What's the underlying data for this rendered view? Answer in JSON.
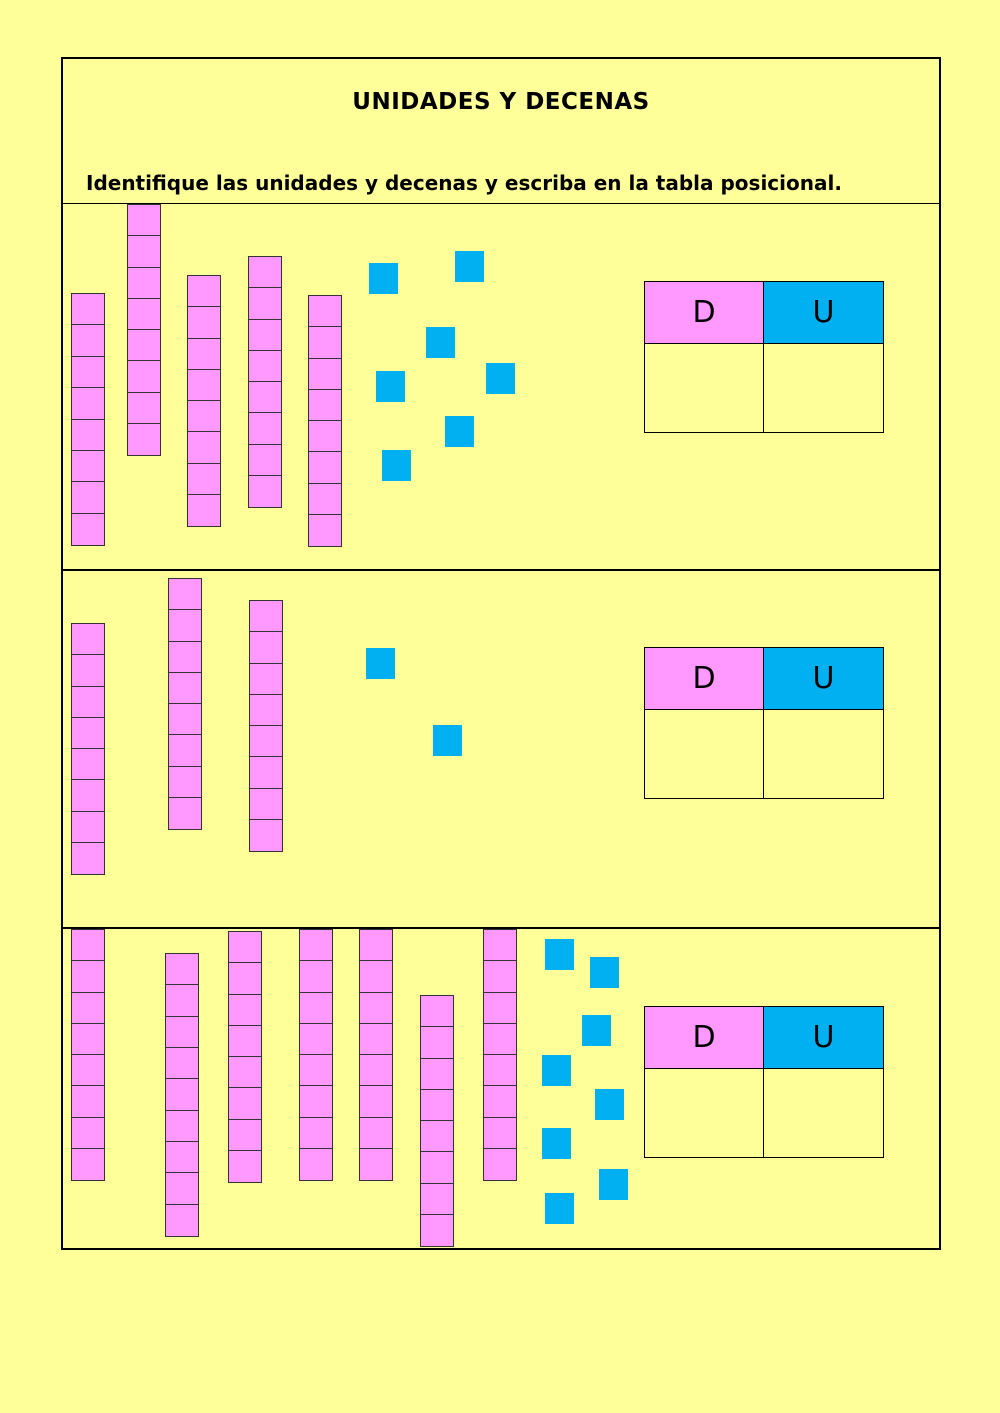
{
  "worksheet": {
    "title": "UNIDADES Y DECENAS",
    "instruction": "Identifique las unidades y decenas y escriba en la tabla posicional."
  },
  "place_value_table": {
    "tens_label": "D",
    "units_label": "U"
  },
  "colors": {
    "background": "#ffff99",
    "tens_rod": "#ff99ff",
    "unit_cube": "#00b0f0"
  },
  "exercises": [
    {
      "tens_rods": 5,
      "unit_cubes": 7
    },
    {
      "tens_rods": 3,
      "unit_cubes": 2
    },
    {
      "tens_rods": 7,
      "unit_cubes": 8
    }
  ]
}
